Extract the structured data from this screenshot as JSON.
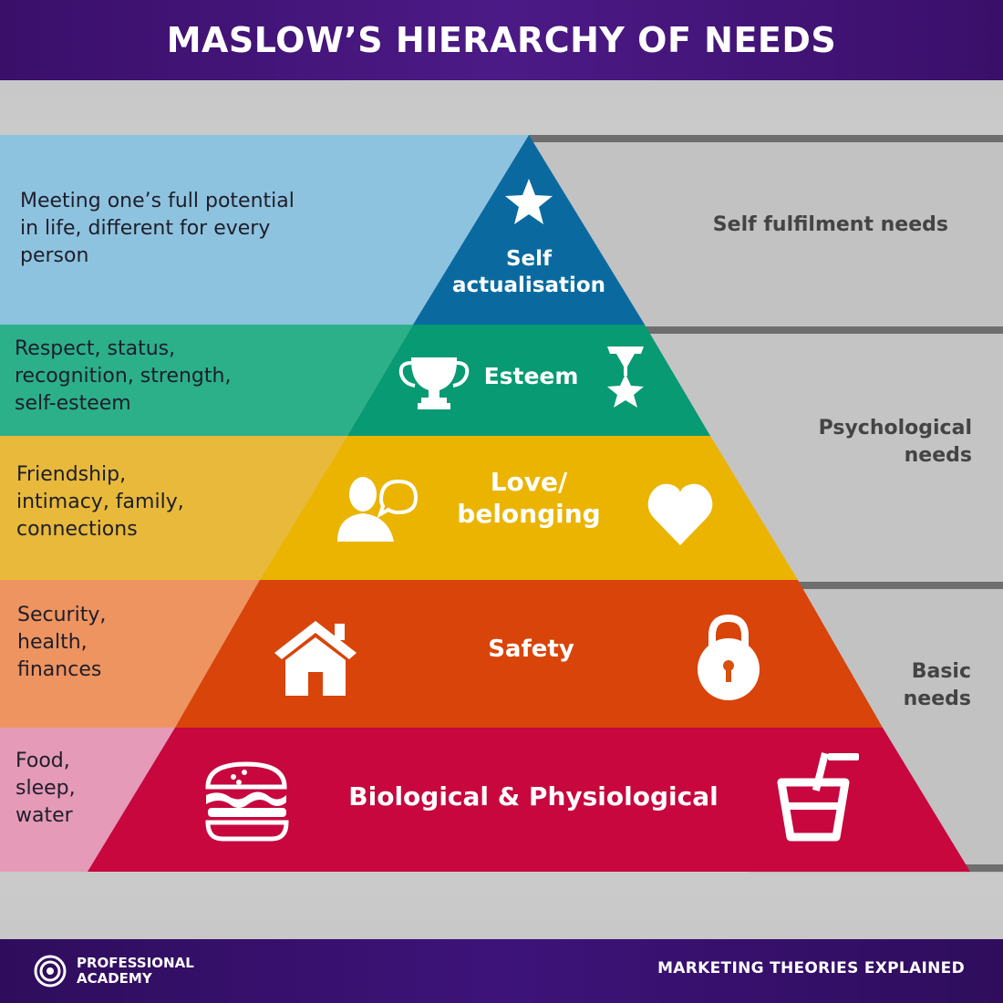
{
  "title": "MASLOW’S HIERARCHY OF NEEDS",
  "levels": [
    {
      "name": "Self\nactualisation",
      "description": "Meeting one’s full potential\nin life, different for every\nperson",
      "color": "#0a6aa0",
      "band_color": "#8ec3df",
      "icons": [
        "star-icon"
      ]
    },
    {
      "name": "Esteem",
      "description": "Respect, status,\nrecognition, strength,\nself-esteem",
      "color": "#089a72",
      "band_color": "#2bb08a",
      "icons": [
        "trophy-icon",
        "medal-icon"
      ]
    },
    {
      "name": "Love/\nbelonging",
      "description": "Friendship,\nintimacy, family,\nconnections",
      "color": "#eab400",
      "band_color": "#e8b93a",
      "icons": [
        "person-speech-icon",
        "heart-icon"
      ]
    },
    {
      "name": "Safety",
      "description": "Security,\nhealth,\nfinances",
      "color": "#d8440a",
      "band_color": "#ee9460",
      "icons": [
        "house-icon",
        "padlock-icon"
      ]
    },
    {
      "name": "Biological & Physiological",
      "description": "Food,\nsleep,\nwater",
      "color": "#c7073e",
      "band_color": "#e59ab7",
      "icons": [
        "burger-icon",
        "drink-icon"
      ]
    }
  ],
  "categories": [
    {
      "label": "Self fulfilment needs"
    },
    {
      "label": "Psychological\nneeds"
    },
    {
      "label": "Basic\nneeds"
    }
  ],
  "footer": {
    "brand_line1": "PROFESSIONAL",
    "brand_line2": "ACADEMY",
    "tagline": "MARKETING THEORIES EXPLAINED"
  },
  "colors": {
    "header_bg": "#40137a",
    "footer_bg": "#330f63",
    "background": "#cfcfcf",
    "category_bg": "#c4c4c4"
  }
}
